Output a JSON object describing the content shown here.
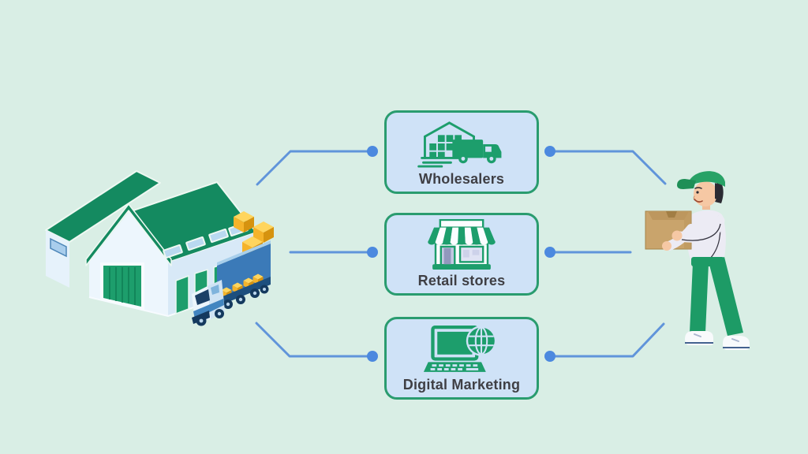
{
  "canvas": {
    "background": "#d9eee5"
  },
  "palette": {
    "card_fill": "#cfe2f7",
    "card_border": "#2a9c6f",
    "icon_green": "#1d9e6c",
    "connector_line": "#6094da",
    "connector_dot": "#4c89df",
    "label_text": "#3f3f44"
  },
  "source": {
    "name": "warehouse",
    "illustration": "isometric-warehouse-with-delivery-truck"
  },
  "channels": [
    {
      "id": "wholesalers",
      "label": "Wholesalers",
      "icon": "warehouse-truck-icon"
    },
    {
      "id": "retail-stores",
      "label": "Retail stores",
      "icon": "storefront-icon"
    },
    {
      "id": "digital-marketing",
      "label": "Digital Marketing",
      "icon": "laptop-globe-icon"
    }
  ],
  "destination": {
    "name": "customer",
    "illustration": "delivery-person-holding-box"
  }
}
